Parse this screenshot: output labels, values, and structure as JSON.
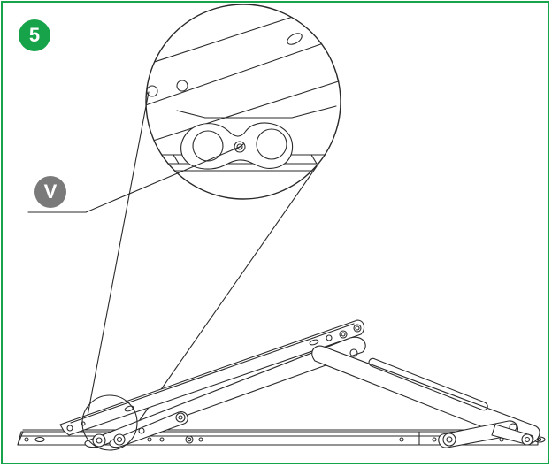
{
  "step": {
    "number": "5",
    "color": "#17a34a"
  },
  "callout": {
    "letter": "V",
    "color": "#7a7a7a"
  },
  "icons": [
    "friction-stay-hinge-illustration",
    "magnifier-circle",
    "adjustment-screw"
  ],
  "line_color": "#2a2a2a"
}
